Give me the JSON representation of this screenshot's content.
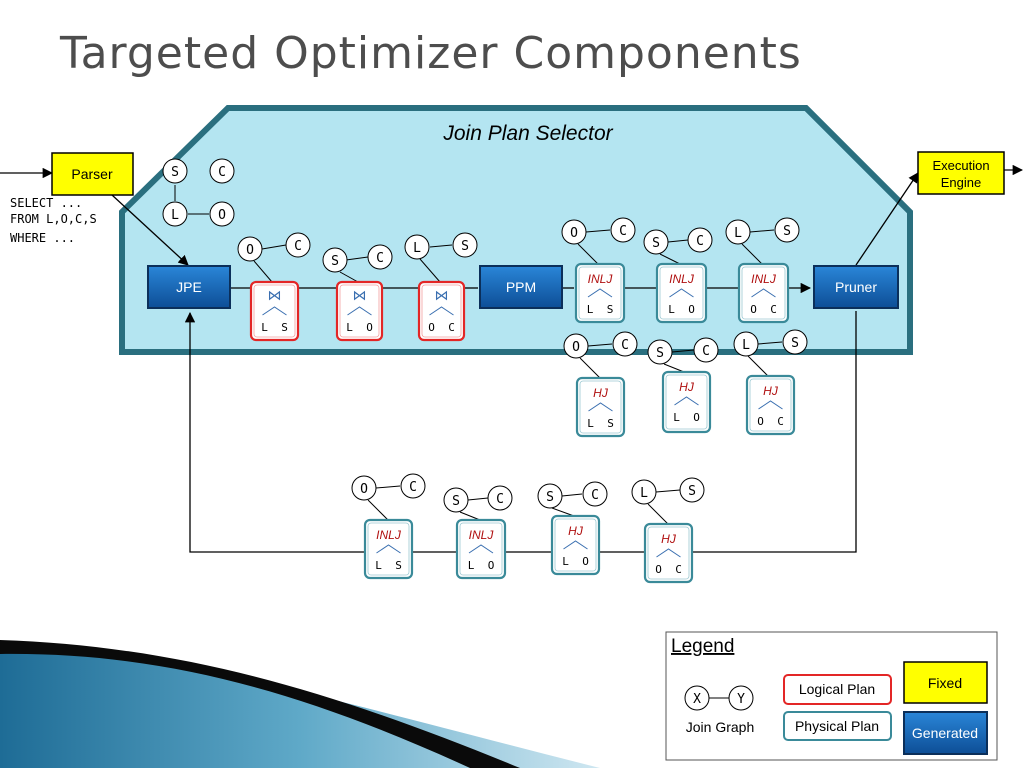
{
  "title": "Targeted Optimizer Components",
  "region_label": "Join Plan Selector",
  "sql": [
    "SELECT ...",
    "FROM L,O,C,S",
    "WHERE ..."
  ],
  "components": {
    "parser": "Parser",
    "jpe": "JPE",
    "ppm": "PPM",
    "pruner": "Pruner",
    "exec": [
      "Execution",
      "Engine"
    ]
  },
  "join_graph": {
    "nodes": [
      "S",
      "C",
      "L",
      "O"
    ]
  },
  "pairs": {
    "ls": [
      "L",
      "S"
    ],
    "lo": [
      "L",
      "O"
    ],
    "oc": [
      "O",
      "C"
    ],
    "oc_graph": [
      "O",
      "C"
    ],
    "sc_graph": [
      "S",
      "C"
    ],
    "ls_graph": [
      "L",
      "S"
    ]
  },
  "ops": {
    "inlj": "INLJ",
    "hj": "HJ",
    "join": "⋈"
  },
  "legend": {
    "title": "Legend",
    "x": "X",
    "y": "Y",
    "join_graph": "Join Graph",
    "logical_plan": "Logical Plan",
    "physical_plan": "Physical Plan",
    "fixed": "Fixed",
    "generated": "Generated"
  },
  "colors": {
    "region_fill": "#b4e5f1",
    "region_stroke": "#2a6f7f",
    "fixed_fill": "#ffff00",
    "generated_fill": "#1565b8",
    "logical_border": "#e32626",
    "physical_border": "#3a8a99",
    "op_text": "#b01010"
  }
}
